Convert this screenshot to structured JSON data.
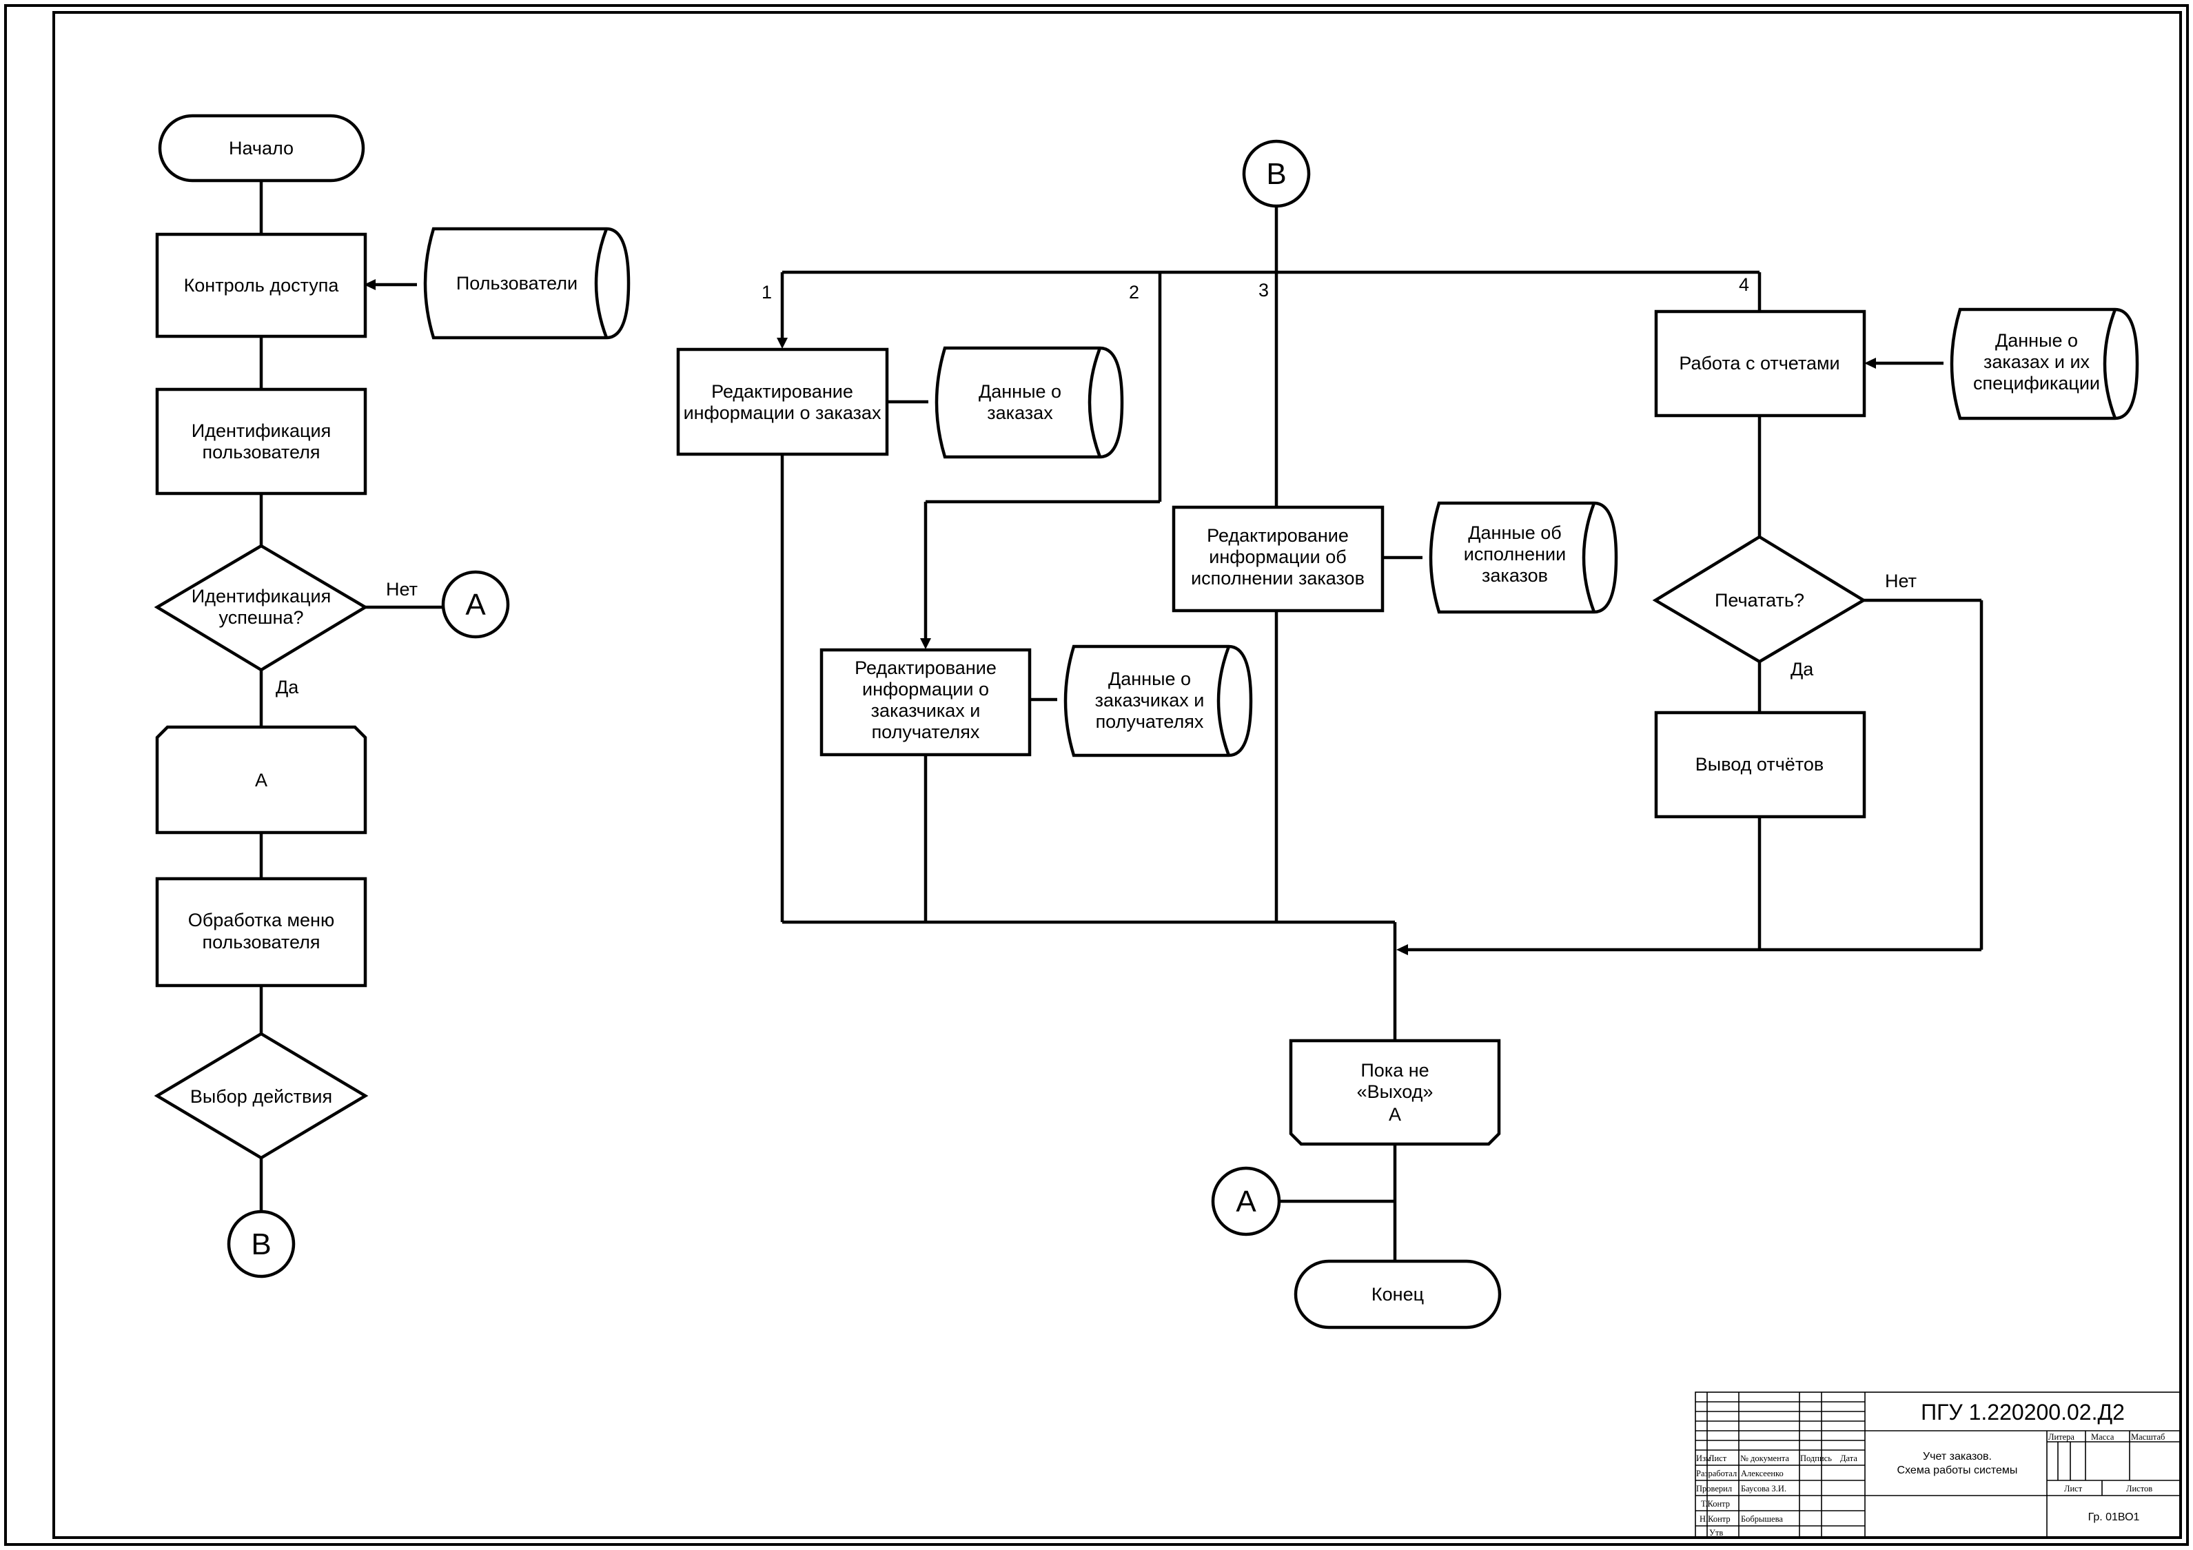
{
  "left_flow": {
    "start": "Начало",
    "access_control": "Контроль доступа",
    "users_store": "Пользователи",
    "identification": [
      "Идентификация",
      "пользователя"
    ],
    "ident_success": [
      "Идентификация",
      "успешна?"
    ],
    "no_label": "Нет",
    "yes_label": "Да",
    "connector_a": "А",
    "loop_start": "А",
    "menu_processing": [
      "Обработка меню",
      "пользователя"
    ],
    "choose_action": "Выбор действия",
    "connector_b": "В"
  },
  "right_flow": {
    "connector_b": "В",
    "branch_numbers": [
      "1",
      "2",
      "3",
      "4"
    ],
    "edit_orders": [
      "Редактирование",
      "информации о заказах"
    ],
    "orders_store": [
      "Данные о",
      "заказах"
    ],
    "edit_customers": [
      "Редактирование",
      "информации о",
      "заказчиках и",
      "получателях"
    ],
    "customers_store": [
      "Данные о",
      "заказчиках и",
      "получателях"
    ],
    "edit_execution": [
      "Редактирование",
      "информации об",
      "исполнении заказов"
    ],
    "execution_store": [
      "Данные об",
      "исполнении",
      "заказов"
    ],
    "reports": "Работа с отчетами",
    "reports_store": [
      "Данные о",
      "заказах и их",
      "спецификации"
    ],
    "print_question": "Печатать?",
    "no_label": "Нет",
    "yes_label": "Да",
    "print_output": "Вывод отчётов",
    "loop_end": [
      "Пока не",
      "«Выход»",
      "А"
    ],
    "connector_a": "А",
    "end": "Конец"
  },
  "title_block": {
    "doc_code": "ПГУ 1.220200.02.Д2",
    "doc_title": [
      "Учет заказов.",
      "Схема работы системы"
    ],
    "group": "Гр. 01ВО1",
    "col_headers": [
      "Изм",
      "Лист",
      "№ документа",
      "Подпись",
      "Дата"
    ],
    "roles": [
      "Разработал",
      "Проверил",
      "Т.Контр",
      "Н.Контр",
      "Утв"
    ],
    "names": [
      "Алексеенко",
      "Баусова З.И.",
      "",
      "Бобрышева",
      ""
    ],
    "litera_label": "Литера",
    "mass_label": "Масса",
    "scale_label": "Масштаб",
    "sheet_label": "Лист",
    "sheets_label": "Листов"
  }
}
